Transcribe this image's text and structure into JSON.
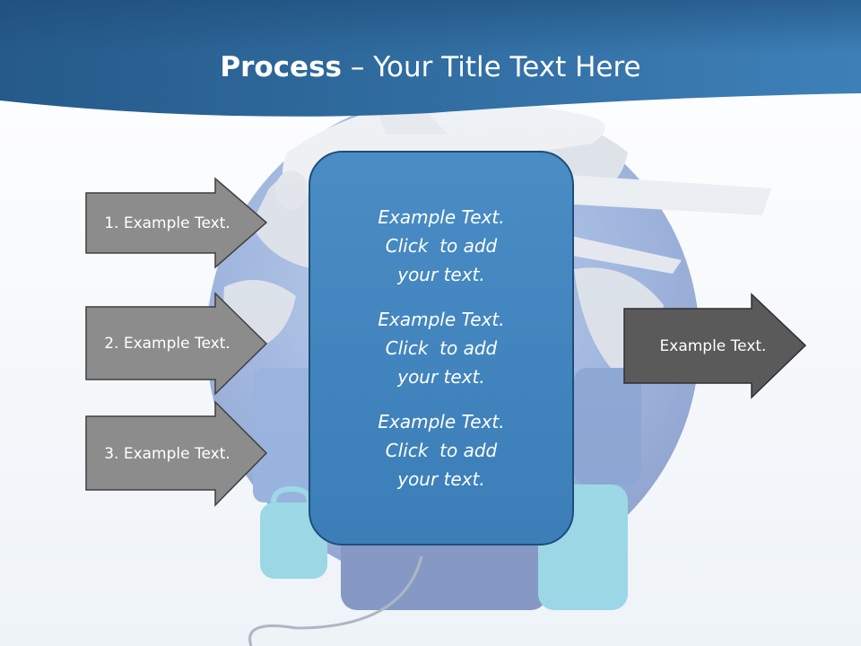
{
  "title": {
    "bold": "Process",
    "rest": " – Your Title Text Here"
  },
  "left_arrows": [
    {
      "label": "1. Example Text."
    },
    {
      "label": "2. Example Text."
    },
    {
      "label": "3. Example Text."
    }
  ],
  "center_box": {
    "paragraphs": [
      "Example Text.\nClick  to add\nyour text.",
      "Example Text.\nClick  to add\nyour text.",
      "Example Text.\nClick  to add\nyour text."
    ]
  },
  "right_arrow": {
    "label": "Example Text."
  },
  "colors": {
    "header_dark": "#255a8a",
    "header_light": "#3d80b8",
    "box_fill": "#4286c0",
    "box_border": "#1f4e79",
    "left_arrow_fill": "#8c8c8c",
    "right_arrow_fill": "#5a5a5a"
  }
}
